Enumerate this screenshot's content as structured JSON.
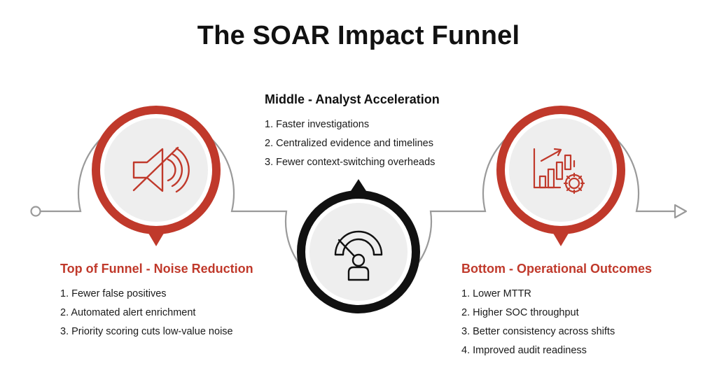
{
  "title": "The SOAR Impact Funnel",
  "colors": {
    "accent": "#c0392b",
    "dark": "#111111",
    "track": "#9a9a9a",
    "disc": "#eeeeee"
  },
  "icons": {
    "top": "muted-speaker-icon",
    "middle": "speedometer-icon",
    "bottom": "growth-chart-gear-icon"
  },
  "stages": {
    "top": {
      "heading": "Top of Funnel - Noise Reduction",
      "items": [
        "1.  Fewer false positives",
        "2. Automated alert enrichment",
        "3. Priority scoring cuts low-value noise"
      ]
    },
    "middle": {
      "heading": "Middle - Analyst Acceleration",
      "items": [
        "1.  Faster investigations",
        "2. Centralized evidence and timelines",
        "3. Fewer context-switching overheads"
      ]
    },
    "bottom": {
      "heading": "Bottom - Operational Outcomes",
      "items": [
        "1.  Lower MTTR",
        "2. Higher SOC throughput",
        "3. Better consistency across shifts",
        "4. Improved audit readiness"
      ]
    }
  }
}
